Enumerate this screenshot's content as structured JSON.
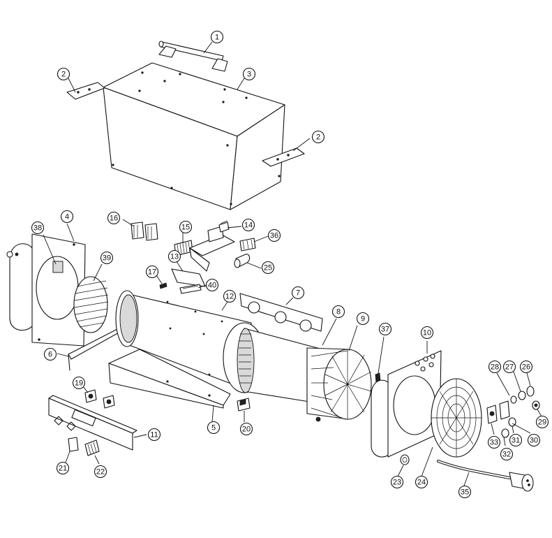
{
  "callouts": [
    "1",
    "2",
    "3",
    "2",
    "4",
    "38",
    "39",
    "16",
    "15",
    "14",
    "36",
    "13",
    "25",
    "17",
    "40",
    "12",
    "7",
    "8",
    "9",
    "37",
    "10",
    "6",
    "19",
    "5",
    "20",
    "11",
    "21",
    "22",
    "23",
    "24",
    "35",
    "28",
    "27",
    "26",
    "29",
    "33",
    "31",
    "30",
    "32"
  ]
}
